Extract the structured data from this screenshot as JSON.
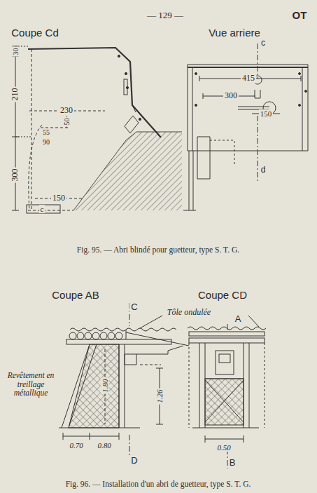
{
  "diagram": {
    "labels": [
      "— 129 —",
      "OT",
      "Coupe Cd",
      "Vue arriere",
      "30",
      "210",
      "230",
      "50",
      "55",
      "90",
      "300",
      "150",
      "c",
      "c",
      "415",
      "300",
      "150",
      "d",
      "Fig. 95. — Abri blindé pour guetteur, type S. T. G.",
      "Coupe AB",
      "Coupe CD",
      "C",
      "Tôle ondulée",
      "A",
      "Revêtement en treillage métallique",
      "1.80",
      "1.26",
      "0.70",
      "0.80",
      "D",
      "0.50",
      "B",
      "Fig. 96. — Installation d'un abri de guetteur, type S. T. G."
    ]
  }
}
